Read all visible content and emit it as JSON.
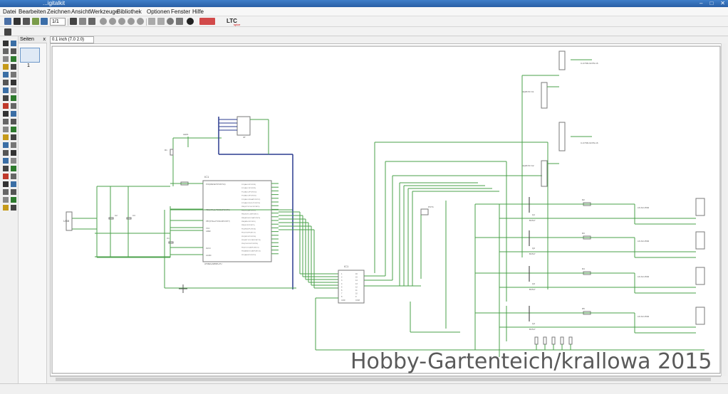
{
  "window": {
    "title": "...igitalkit"
  },
  "menu": {
    "items": [
      "Datei",
      "Bearbeiten",
      "Zeichnen",
      "Ansicht",
      "Werkzeuge",
      "Bibliothek",
      "Optionen",
      "Fenster",
      "Hilfe"
    ]
  },
  "toolbar": {
    "zoom_value": "1/1",
    "ltc_label": "LTC",
    "ltc_sub": "spice"
  },
  "pages_panel": {
    "header": "Seiten",
    "close": "x",
    "page_number": "1"
  },
  "coordinate": {
    "value": "0.1 inch (7.0 2.0)"
  },
  "schematic": {
    "parts": {
      "ic1": "IC1",
      "ic1_part": "ATMEGA88PA-PU",
      "ic2": "IC1",
      "led": "LED1",
      "usb": "USB",
      "jp": "JP",
      "r1": "R1",
      "c2": "C2",
      "c3": "C3",
      "c1": "C1",
      "poti": "POT1"
    },
    "ic1_left_pins": [
      "PC6(/RESET/PCINT14)",
      "PB6(XTAL1/TOSC1/PCINT6)",
      "PB7(XTAL2/TOSC2/PCINT7)",
      "VCC",
      "AREF",
      "AVCC",
      "AGND",
      "GND"
    ],
    "ic1_right_pins": [
      "PC0(ADC0/PCINT8)",
      "PC1(ADC1/PCINT9)",
      "PC2(ADC2/PCINT10)",
      "PC3(ADC3/PCINT11)",
      "PC4(ADC4/SDA/PCINT12)",
      "PC5(ADC5/SCL/PCINT13)",
      "PB0(ICP1/CLKO/PCINT0)",
      "PB1(OC1A/PCINT1)",
      "PB2(SS/OC1B/PCINT2)",
      "PB3(MOSI/OC2A/PCINT3)",
      "PB4(MISO/PCINT4)",
      "PB5(SCK/PCINT5)",
      "PD0(RXD/PCINT16)",
      "PD1(TXD/PCINT17)",
      "PD2(INT0/PCINT18)",
      "PD3(INT1/OC2B/PCINT19)",
      "PD4(T0/XCK/PCINT20)",
      "PD5(T1/OC0B/PCINT21)",
      "PD6(AIN0/OC0A/PCINT22)",
      "PD7(AIN1/PCINT23)"
    ],
    "ic2_pins": [
      "1",
      "2",
      "3",
      "4",
      "5",
      "6",
      "7",
      "8",
      "GND",
      "16",
      "15",
      "14",
      "13",
      "12",
      "11",
      "10",
      "9",
      "COM"
    ],
    "relays": [
      "JQ1B 5V K1",
      "JQ1B 5V K2"
    ],
    "relay_conn": [
      "C-GT3D-02-5S-16",
      "C-GT3D-02-5S-16"
    ],
    "mosfets": [
      "Q1",
      "Q2",
      "Q3",
      "Q4"
    ],
    "mosfet_labels": [
      "BC517",
      "BC517",
      "BC517",
      "BC517"
    ],
    "res_labels": [
      "R2",
      "R3",
      "R4",
      "R5"
    ],
    "con_labels": [
      "LD-K2-1502",
      "LD-K2-1502",
      "LD-K2-1502",
      "LD-K2-1502"
    ]
  },
  "watermark": "Hobby-Gartenteich/krallowa 2015"
}
